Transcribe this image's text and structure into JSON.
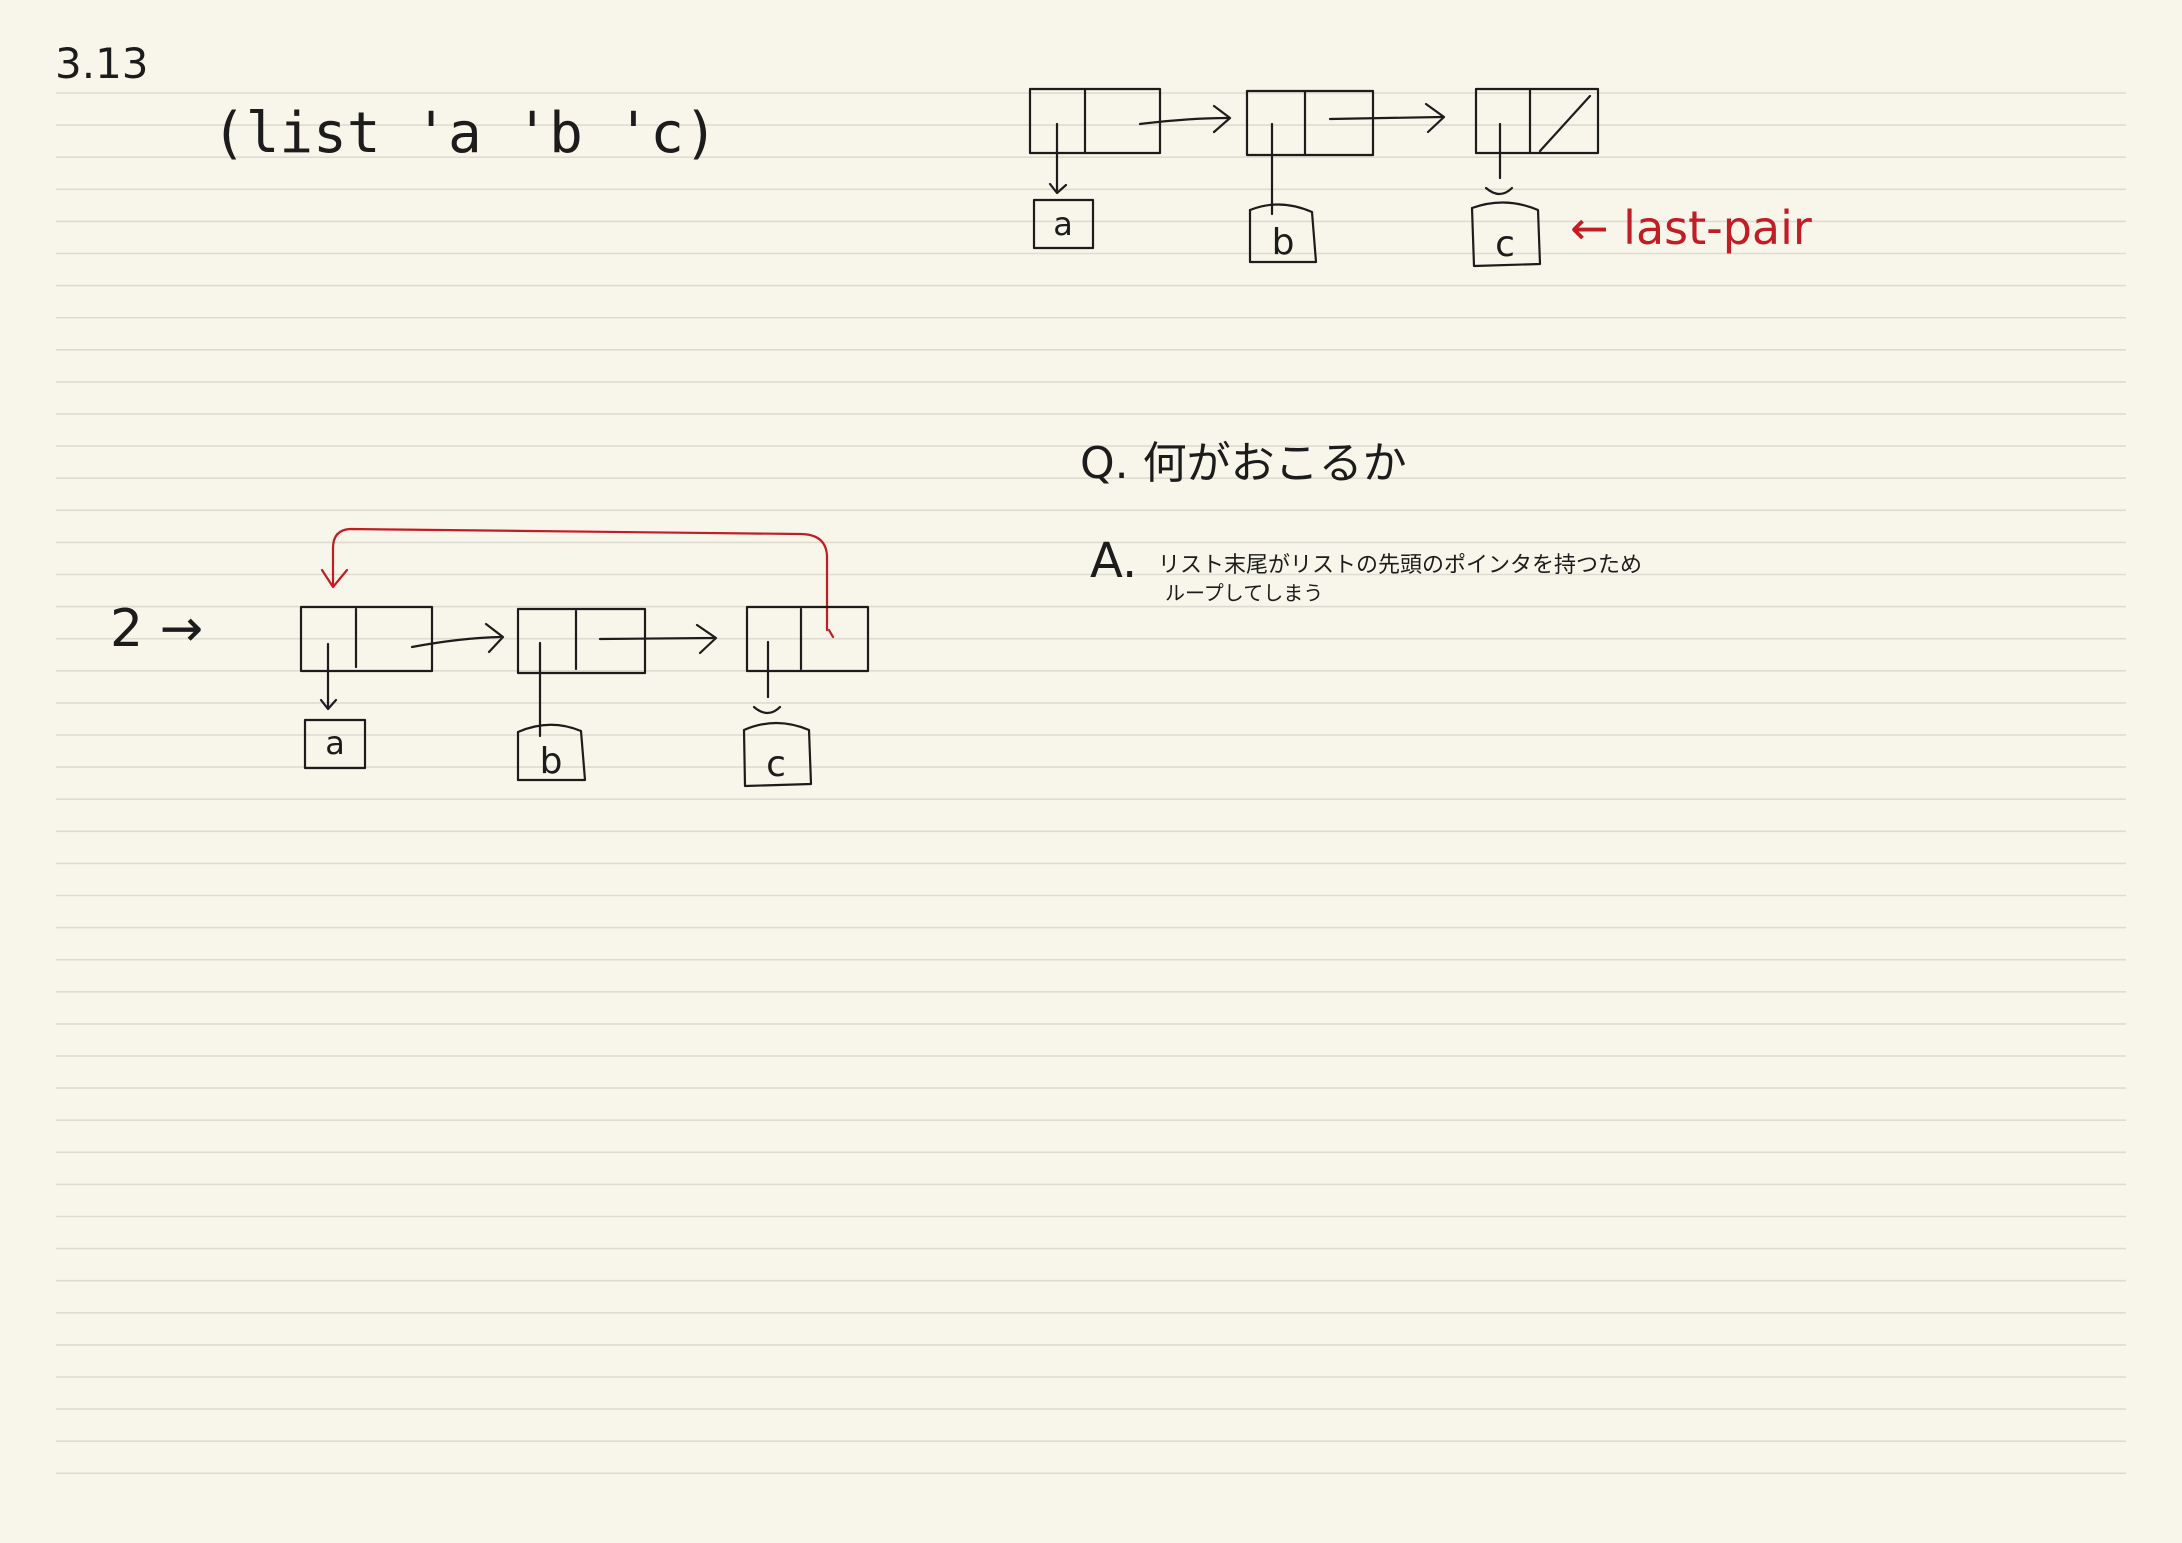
{
  "page": {
    "section_number": "3.13",
    "expression": "(list 'a 'b 'c)"
  },
  "diagram_top": {
    "cells": [
      {
        "car": "a"
      },
      {
        "car": "b"
      },
      {
        "car": "c"
      }
    ],
    "annotation": "← last-pair"
  },
  "diagram_bottom": {
    "step_label": "2 →",
    "cells": [
      {
        "car": "a"
      },
      {
        "car": "b"
      },
      {
        "car": "c"
      }
    ]
  },
  "qa": {
    "question": "Q. 何がおこるか",
    "answer_prefix": "A.",
    "answer_line1": "リスト末尾がリストの先頭のポインタを持つため",
    "answer_line2": "ループしてしまう"
  },
  "colors": {
    "ink": "#1c1c1c",
    "accent_red": "#c21d24",
    "paper": "#f8f6ea",
    "ruled_line": "#dedcd0"
  }
}
